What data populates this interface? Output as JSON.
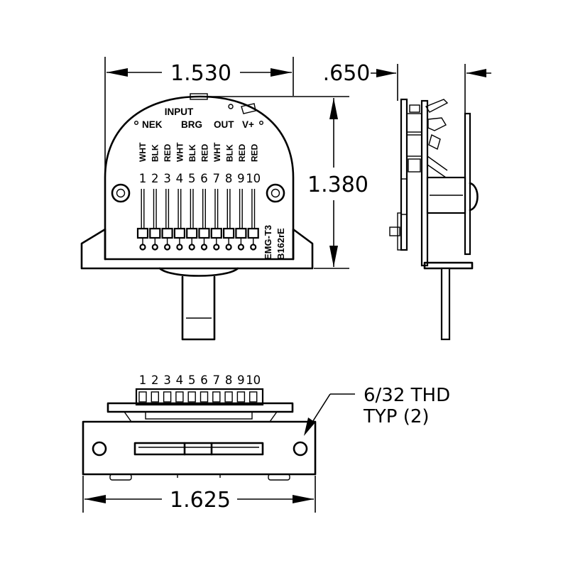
{
  "dimensions": {
    "width_top": "1.530",
    "depth_side": ".650",
    "height_top": "1.380",
    "width_bottom": "1.625"
  },
  "labels": {
    "input": "INPUT",
    "nek": "NEK",
    "brg": "BRG",
    "out": "OUT",
    "vplus": "V+"
  },
  "wires": [
    "WHT",
    "BLK",
    "RED",
    "WHT",
    "BLK",
    "RED",
    "WHT",
    "BLK",
    "RED",
    "RED"
  ],
  "pins": [
    "1",
    "2",
    "3",
    "4",
    "5",
    "6",
    "7",
    "8",
    "9",
    "10"
  ],
  "part_numbers": [
    "EMG-T3",
    "B162rE"
  ],
  "thread_note": {
    "line1": "6/32 THD",
    "line2": "TYP (2)"
  }
}
